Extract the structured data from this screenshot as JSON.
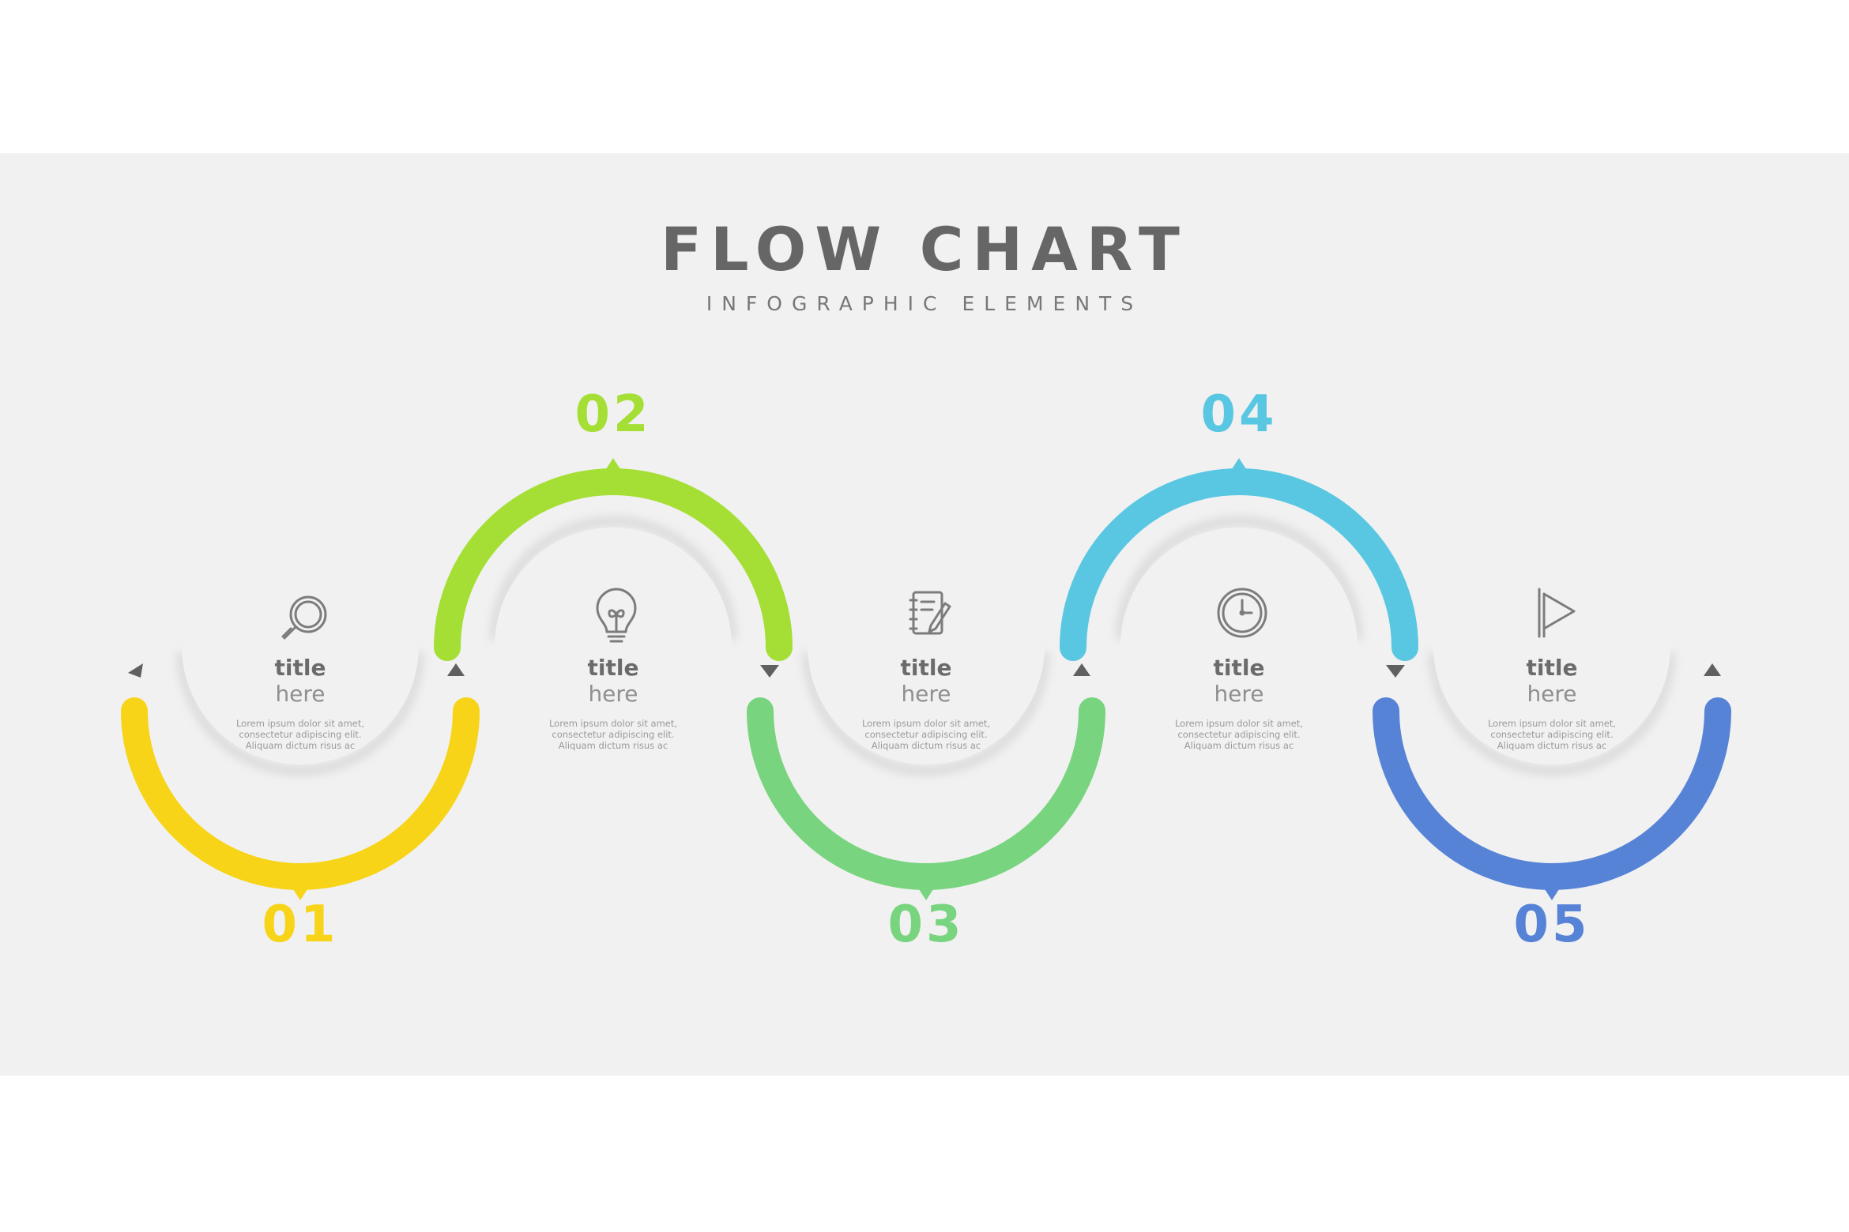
{
  "header": {
    "title": "FLOW CHART",
    "subtitle": "INFOGRAPHIC ELEMENTS"
  },
  "steps": [
    {
      "number": "01",
      "title": "title",
      "subtitle": "here",
      "description": [
        "Lorem ipsum dolor sit amet,",
        "consectetur adipiscing elit.",
        "Aliquam dictum risus ac"
      ],
      "color": "#f7d417",
      "icon": "magnifier-icon"
    },
    {
      "number": "02",
      "title": "title",
      "subtitle": "here",
      "description": [
        "Lorem ipsum dolor sit amet,",
        "consectetur adipiscing elit.",
        "Aliquam dictum risus ac"
      ],
      "color": "#a5df36",
      "icon": "lightbulb-icon"
    },
    {
      "number": "03",
      "title": "title",
      "subtitle": "here",
      "description": [
        "Lorem ipsum dolor sit amet,",
        "consectetur adipiscing elit.",
        "Aliquam dictum risus ac"
      ],
      "color": "#78d47e",
      "icon": "notepad-icon"
    },
    {
      "number": "04",
      "title": "title",
      "subtitle": "here",
      "description": [
        "Lorem ipsum dolor sit amet,",
        "consectetur adipiscing elit.",
        "Aliquam dictum risus ac"
      ],
      "color": "#5ac7e2",
      "icon": "clock-icon"
    },
    {
      "number": "05",
      "title": "title",
      "subtitle": "here",
      "description": [
        "Lorem ipsum dolor sit amet,",
        "consectetur adipiscing elit.",
        "Aliquam dictum risus ac"
      ],
      "color": "#5783d7",
      "icon": "flag-icon"
    }
  ]
}
